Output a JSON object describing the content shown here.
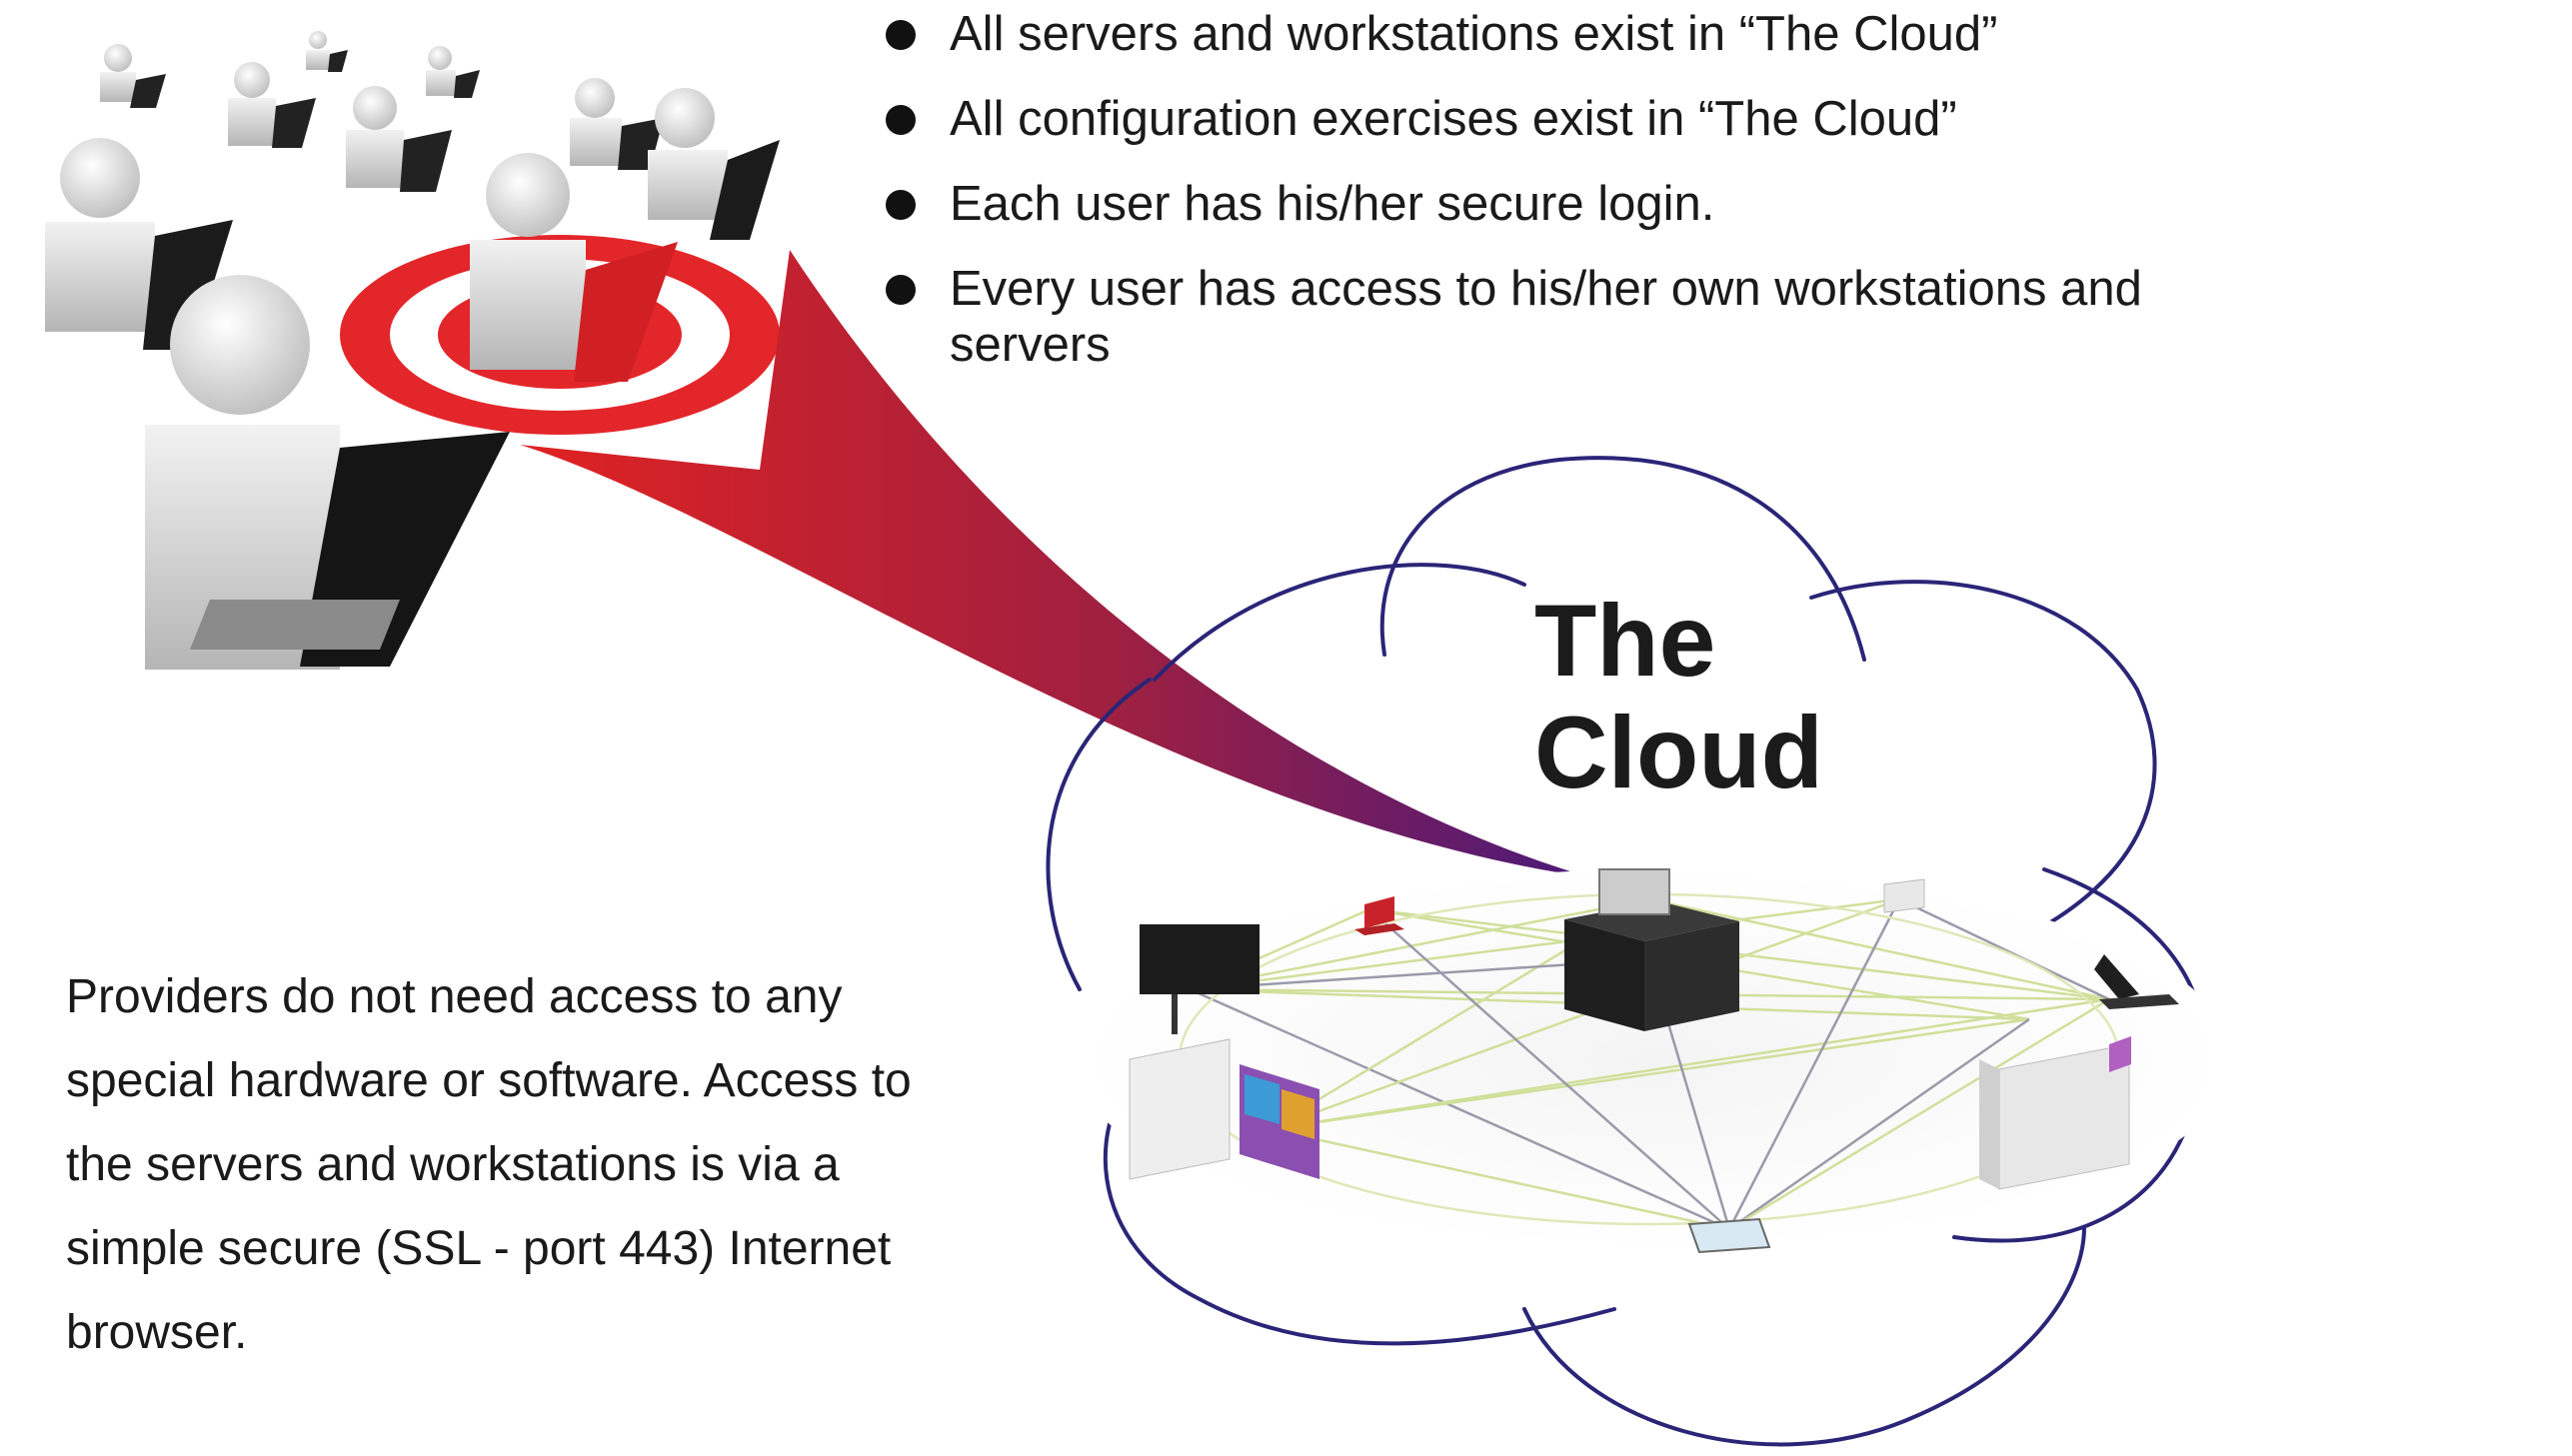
{
  "bullets": [
    "All servers and workstations exist in “The Cloud”",
    "All configuration exercises exist in “The Cloud”",
    "Each user has his/her secure login.",
    "Every user has access to his/her own workstations and servers"
  ],
  "description": "Providers do not need access to any special hardware or software. Access to the servers and workstations is via a simple secure (SSL - port 443) Internet browser.",
  "cloud": {
    "line1": "The",
    "line2": "Cloud",
    "outline_color": "#2a2577"
  },
  "arrow": {
    "color_start": "#e02222",
    "color_end": "#4a1a7a"
  },
  "target": {
    "color": "#e3262a"
  }
}
